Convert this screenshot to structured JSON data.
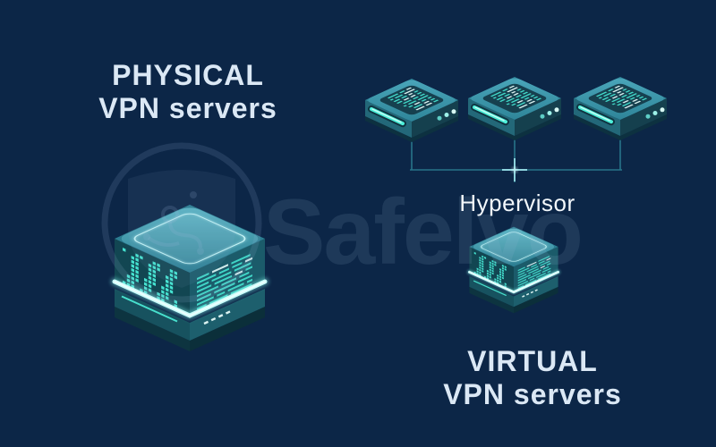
{
  "page": {
    "background_color": "#0c2647"
  },
  "watermark": {
    "brand_text": "Safelvo",
    "logo_icon": "shield-circuit-icon"
  },
  "labels": {
    "physical_title_line1": "PHYSICAL",
    "physical_title_line2": "VPN servers",
    "hypervisor_label": "Hypervisor",
    "virtual_title_line1": "VIRTUAL",
    "virtual_title_line2": "VPN servers"
  },
  "diagram": {
    "virtual_machine_count": 3,
    "colors": {
      "background": "#0c2647",
      "heading_text": "#dbe8f5",
      "hypervisor_text": "#f3f8fc",
      "cube_top_light": "#5db6c6",
      "cube_top_dark": "#2c7e92",
      "cube_left_face": "#124652",
      "cube_right_face": "#1b5b6a",
      "cube_outline_glow": "#c4f4f6",
      "code_cyan": "#45e2d0",
      "code_white": "#e6fbf9",
      "glow_band": "#c9fdfa",
      "base_left": "#17525f",
      "base_right": "#1d5f6d",
      "base_rim": "#0d3440",
      "server_top_light": "#4aa6ba",
      "server_top_dark": "#2f8599",
      "server_panel": "#16404f",
      "server_left_face": "#236879",
      "server_right_face": "#15404e",
      "led": "#9df1e8",
      "strip_glow": "#4df0da",
      "connector_line": "#2a7d90",
      "connector_cross": "#9fe7ef"
    }
  }
}
